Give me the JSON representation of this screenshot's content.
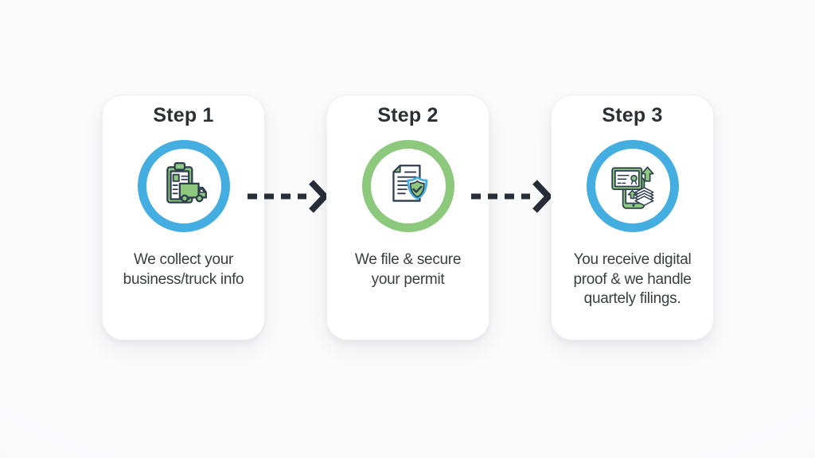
{
  "colors": {
    "page-bg": "#f7f8f9",
    "card-bg": "#ffffff",
    "title": "#2c2f33",
    "body": "#3a3d41",
    "arrow": "#272e37",
    "blue": "#45aee1",
    "green": "#8cc97c",
    "outline": "#2e3d4f"
  },
  "steps": [
    {
      "title": "Step 1",
      "ring_color": "#45aee1",
      "icon": "clipboard-truck-icon",
      "description": "We collect your business/truck info",
      "lines": [
        "We collect your",
        "business/truck info"
      ]
    },
    {
      "title": "Step 2",
      "ring_color": "#8cc97c",
      "icon": "document-shield-icon",
      "description": "We file & secure your permit",
      "lines": [
        "We file & secure",
        "your permit"
      ]
    },
    {
      "title": "Step 3",
      "ring_color": "#45aee1",
      "icon": "device-filings-icon",
      "description": "You receive digital proof & we handle quartely filings.",
      "lines": [
        "You receive digital",
        "proof & we handle",
        "quartely filings."
      ]
    }
  ]
}
